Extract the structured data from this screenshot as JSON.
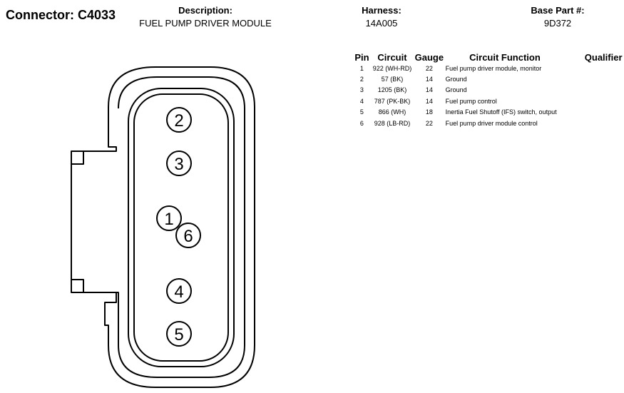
{
  "connector": {
    "label": "Connector: C4033"
  },
  "description": {
    "label": "Description:",
    "value": "FUEL PUMP DRIVER MODULE"
  },
  "harness": {
    "label": "Harness:",
    "value": "14A005"
  },
  "base_part": {
    "label": "Base Part #:",
    "value": "9D372"
  },
  "table": {
    "headers": {
      "pin": "Pin",
      "circuit": "Circuit",
      "gauge": "Gauge",
      "function": "Circuit Function",
      "qualifier": "Qualifier"
    },
    "rows": [
      {
        "pin": "1",
        "circuit": "922 (WH-RD)",
        "gauge": "22",
        "function": "Fuel pump driver module, monitor",
        "qualifier": ""
      },
      {
        "pin": "2",
        "circuit": "57 (BK)",
        "gauge": "14",
        "function": "Ground",
        "qualifier": ""
      },
      {
        "pin": "3",
        "circuit": "1205 (BK)",
        "gauge": "14",
        "function": "Ground",
        "qualifier": ""
      },
      {
        "pin": "4",
        "circuit": "787 (PK-BK)",
        "gauge": "14",
        "function": "Fuel pump control",
        "qualifier": ""
      },
      {
        "pin": "5",
        "circuit": "866 (WH)",
        "gauge": "18",
        "function": "Inertia Fuel Shutoff (IFS) switch, output",
        "qualifier": ""
      },
      {
        "pin": "6",
        "circuit": "928 (LB-RD)",
        "gauge": "22",
        "function": "Fuel pump driver module control",
        "qualifier": ""
      }
    ]
  },
  "diagram": {
    "cavities": [
      "2",
      "3",
      "1",
      "6",
      "4",
      "5"
    ]
  }
}
